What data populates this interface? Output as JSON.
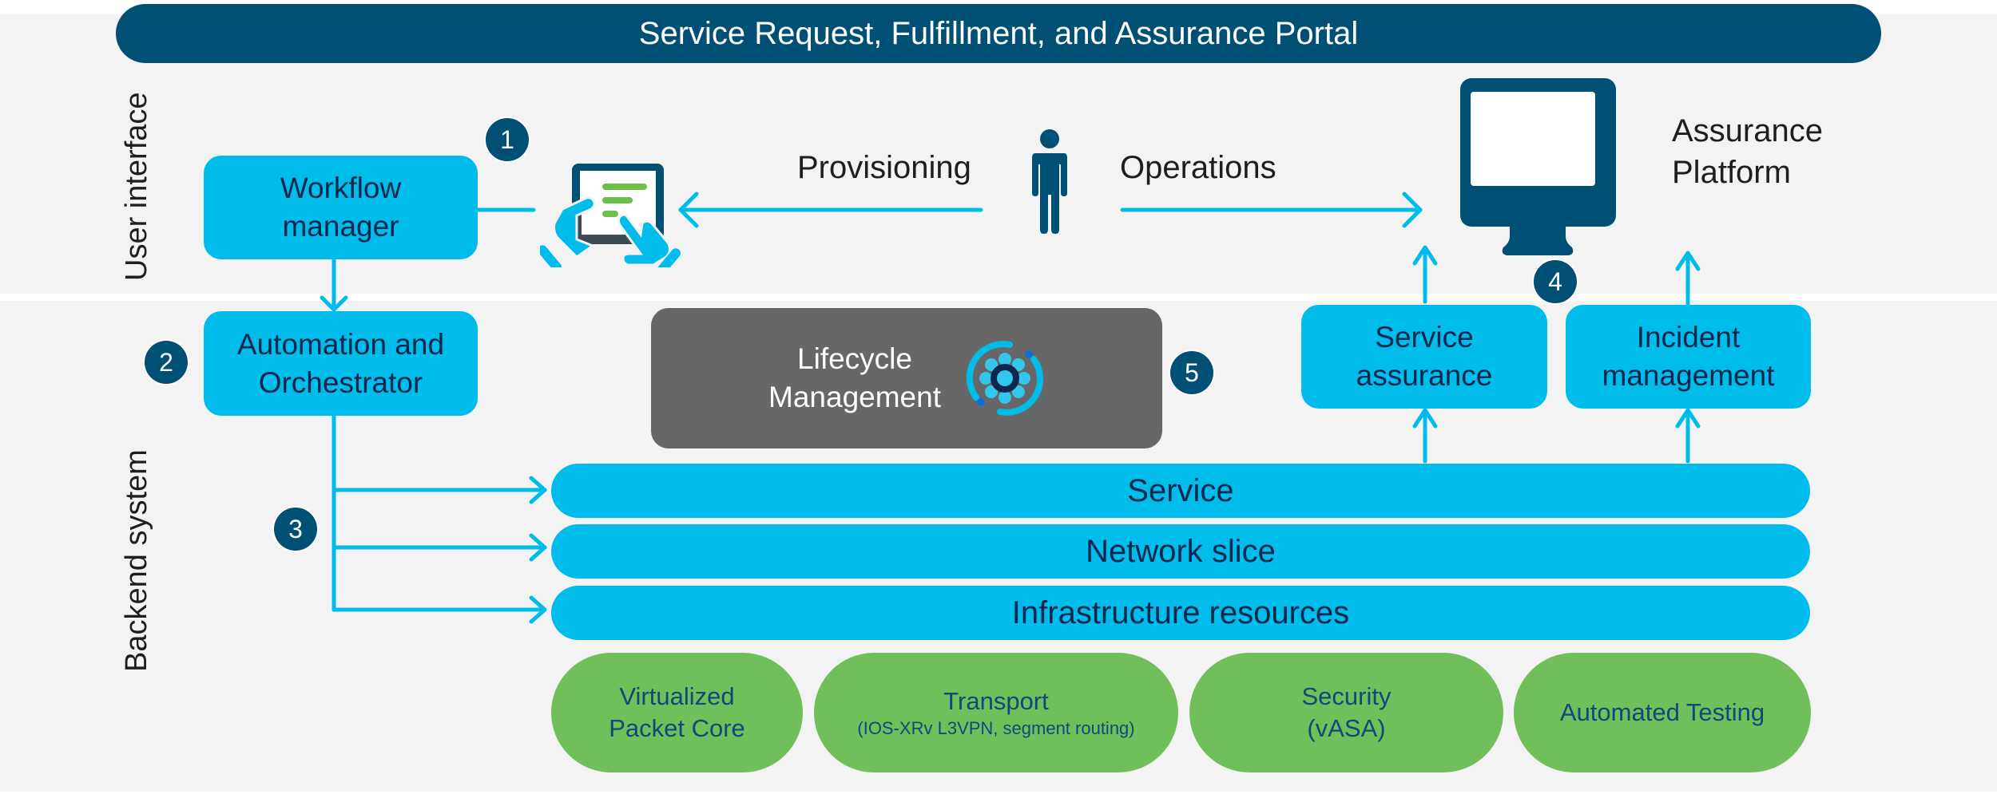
{
  "header": {
    "title": "Service Request, Fulfillment, and Assurance Portal"
  },
  "sections": {
    "user_interface": "User interface",
    "backend_system": "Backend system"
  },
  "components": {
    "workflow_manager": [
      "Workflow",
      "manager"
    ],
    "automation_orchestrator": [
      "Automation and",
      "Orchestrator"
    ],
    "lifecycle_management": [
      "Lifecycle",
      "Management"
    ],
    "service_assurance": [
      "Service",
      "assurance"
    ],
    "incident_management": [
      "Incident",
      "management"
    ],
    "assurance_platform": [
      "Assurance",
      "Platform"
    ]
  },
  "flows": {
    "provisioning": "Provisioning",
    "operations": "Operations"
  },
  "layers": [
    {
      "label": "Service"
    },
    {
      "label": "Network slice"
    },
    {
      "label": "Infrastructure resources"
    }
  ],
  "resources": [
    {
      "title": "Virtualized",
      "title2": "Packet Core",
      "subtitle": ""
    },
    {
      "title": "Transport",
      "title2": "",
      "subtitle": "(IOS-XRv L3VPN, segment routing)"
    },
    {
      "title": "Security",
      "title2": "(vASA)",
      "subtitle": ""
    },
    {
      "title": "Automated Testing",
      "title2": "",
      "subtitle": ""
    }
  ],
  "steps": [
    "1",
    "2",
    "3",
    "4",
    "5"
  ],
  "icons": {
    "tablet": "tablet-touch-icon",
    "person": "person-icon",
    "monitor": "monitor-icon",
    "lifecycle": "gear-cycle-icon"
  },
  "colors": {
    "navy": "#004f74",
    "cyan": "#00bceb",
    "green": "#70bf5a",
    "gray": "#676767",
    "background": "#f3f3f3"
  }
}
